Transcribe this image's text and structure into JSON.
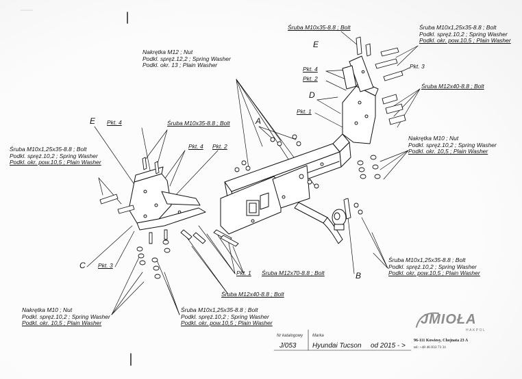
{
  "callouts": {
    "nut_m12": [
      "Nakrętka  M12 ; Nut",
      "Podkl. spręż.12,2 ; Spring Washer",
      "Podkl. okr. 13 ; Plain Washer"
    ],
    "bolt_m10x35_top": "Śruba M10x35-8.8 ; Bolt",
    "bolt_m10x125_top": [
      "Śruba M10x1,25x35-8.8 ;  Bolt",
      "Podkl. spręż.10,2 ; Spring Washer",
      "Podkl. okr. pow.10,5 ; Plain Washer"
    ],
    "pkt3_right": "Pkt. 3",
    "pkt4_right": "Pkt. 4",
    "pkt2_right": "Pkt. 2",
    "bolt_m12x40_right": "Śruba M12x40-8.8 ;  Bolt",
    "pkt1_center": "Pkt. 1",
    "letter_E_top": "E",
    "letter_D": "D",
    "letter_A": "A",
    "nut_m10_right": [
      "Nakrętka  M10 ; Nut",
      "Podkl. spręż.10,2 ; Spring Washer",
      "Podkl. okr. 10,5 ; Plain Washer"
    ],
    "letter_E_left": "E",
    "pkt4_left": "Pkt. 4",
    "bolt_m10x35_left": "Śruba M10x35-8.8 ;  Bolt",
    "bolt_m10x125_left": [
      "Śruba M10x1,25x35-8.8 ;  Bolt",
      "Podkl. spręż.10,2 ; Spring Washer",
      "Podkl. okr. pow.10,5 ; Plain Washer"
    ],
    "pkt4_mid": "Pkt. 4",
    "pkt2_mid": "Pkt. 2",
    "letter_C": "C",
    "pkt3_left": "Pkt. 3",
    "pkt1_bottom": "Pkt. 1",
    "bolt_m12x70": "Śruba M12x70-8.8 ;  Bolt",
    "letter_B": "B",
    "bolt_m10x125_bottom_right": [
      "Śruba M10x1,25x35-8.8 ;  Bolt",
      "Podkl. spręż.10,2 ; Spring Washer",
      "Podkl. okr. pow.10,5 ; Plain Washer"
    ],
    "bolt_m12x40_bottom": "Śruba M12x40-8.8 ;  Bolt",
    "nut_m10_left": [
      "Nakrętka  M10 ; Nut",
      "Podkl. spręż.10,2 ; Spring Washer",
      "Podkl. okr. 10,5 ; Plain Washer"
    ],
    "bolt_m10x125_bottom_mid": [
      "Śruba M10x1,25x35-8.8 ;  Bolt",
      "Podkl. spręż.10,2 ; Spring Washer",
      "Podkl. okr. pow.10,5 ; Plain Washer"
    ]
  },
  "title_block": {
    "catalog_label": "Nr katalogowy",
    "catalog_no": "J/053",
    "brand_label": "Marka",
    "vehicle": "Hyundai Tucson",
    "year": "od  2015 - >"
  },
  "logo": {
    "name": "JMIOŁA",
    "sub": "HAKPOL",
    "address": "96-111 Kowiesy, Chojnata 23 A",
    "phone": "tel: +48 46 833 73 31"
  },
  "colors": {
    "ink": "#111111",
    "paper": "#fcfcfc",
    "logo": "#8c8c8c"
  }
}
